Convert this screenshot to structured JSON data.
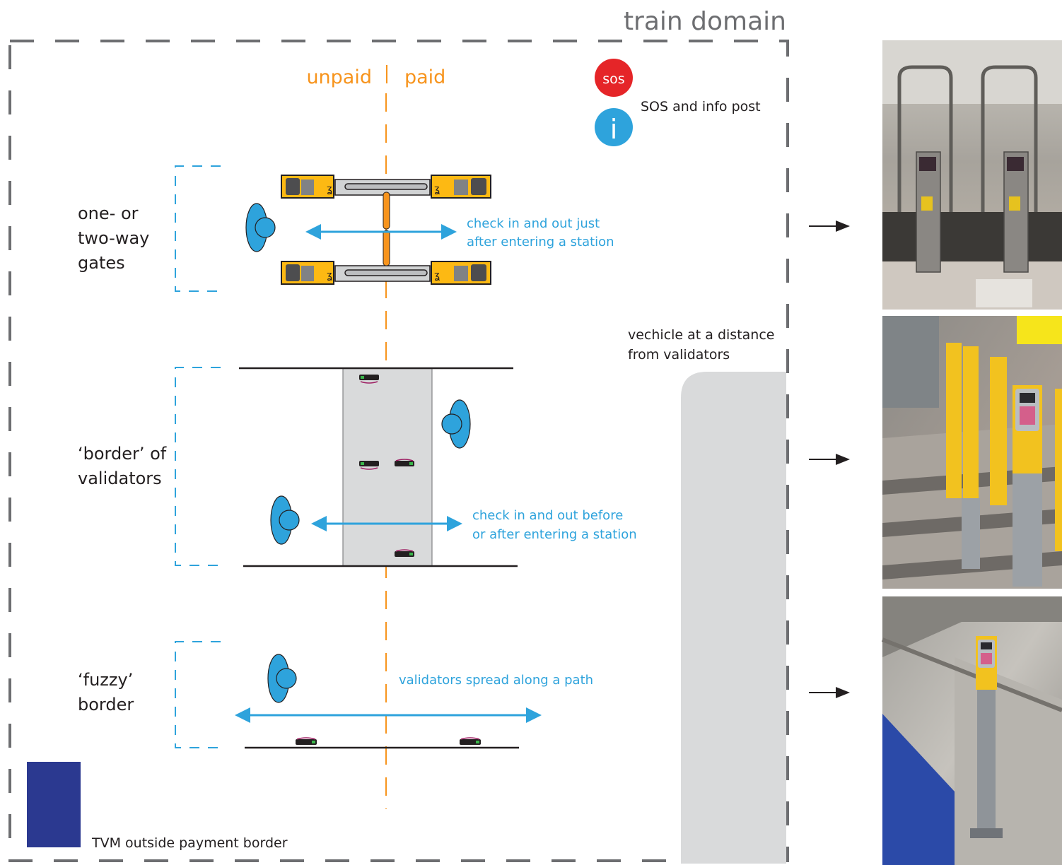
{
  "domain_title": "train domain",
  "unpaid_label": "unpaid",
  "paid_label": "paid",
  "sos": {
    "badge_text": "SOS",
    "info_glyph": "i",
    "label": "SOS and info post",
    "sos_color": "#e52528",
    "info_color": "#2ea3dc"
  },
  "sections": {
    "gates": {
      "label_lines": [
        "one- or",
        "two-way",
        "gates"
      ],
      "arrow_caption": [
        "check in and out just",
        "after entering a station"
      ]
    },
    "border": {
      "label_lines": [
        "‘border’ of",
        "validators"
      ],
      "arrow_caption": [
        "check in and out before",
        "or after entering a station"
      ]
    },
    "fuzzy": {
      "label_lines": [
        "‘fuzzy’",
        "border"
      ],
      "arrow_caption": [
        "validators spread along a path"
      ]
    }
  },
  "vehicle": {
    "label_lines": [
      "vechicle at a distance",
      "from validators"
    ]
  },
  "tvm": {
    "label": "TVM outside payment border",
    "color": "#2b3990"
  },
  "photos": [
    {
      "name": "photo-gates",
      "subject": "gates"
    },
    {
      "name": "photo-validator-row",
      "subject": "validators"
    },
    {
      "name": "photo-single-validator",
      "subject": "validator"
    }
  ],
  "colors": {
    "accent_blue": "#2ea3dc",
    "divider_orange": "#f7941d",
    "border_gray": "#6d6e71",
    "gate_yellow": "#fdb913"
  }
}
